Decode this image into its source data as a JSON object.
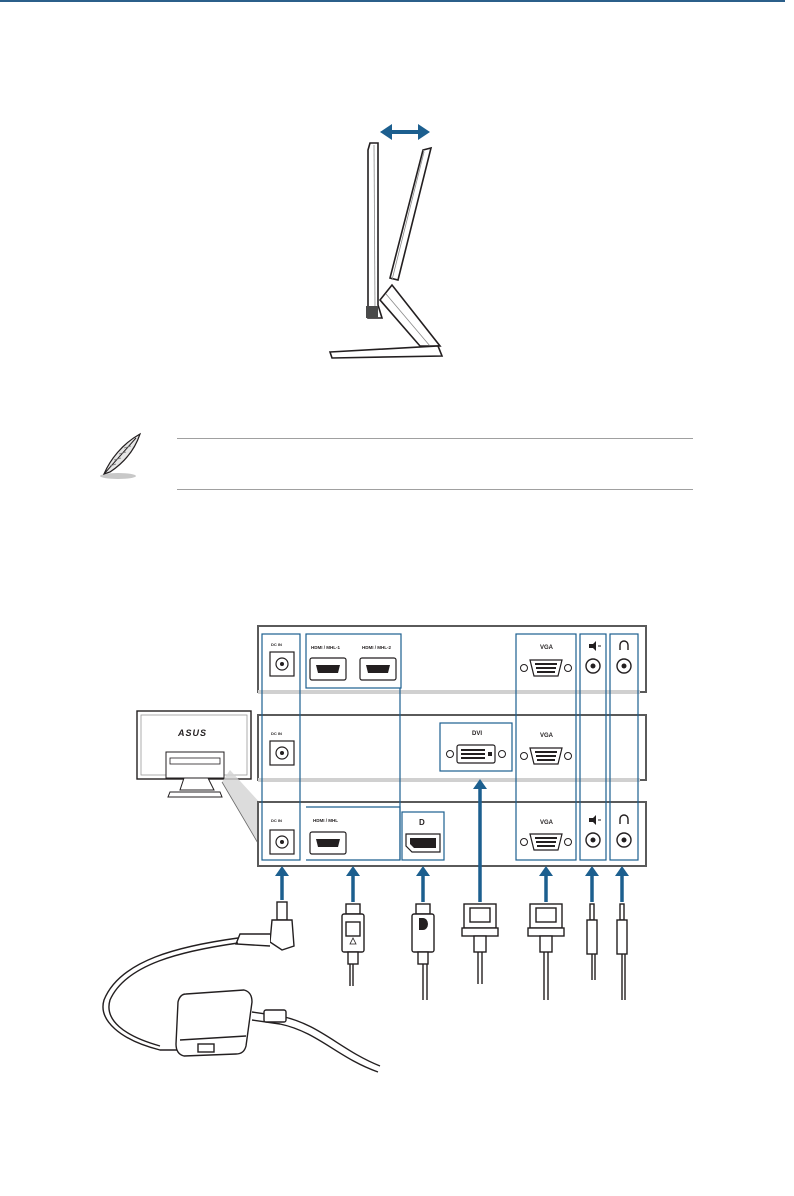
{
  "monitor_logo": "ASUS",
  "ports": {
    "dc_in": "DC IN",
    "hdmi_mhl_1": "HDMI / MHL-1",
    "hdmi_mhl_2": "HDMI / MHL-2",
    "hdmi_mhl": "HDMI / MHL",
    "dvi": "DVI",
    "vga": "VGA",
    "displayport": "D"
  },
  "colors": {
    "accent": "#1c5f8f",
    "panel_outline": "#5a5a5a",
    "line": "#231f20"
  },
  "icons": [
    "tilt-arrow-icon",
    "note-feather-icon",
    "audio-in-icon",
    "headphone-icon"
  ]
}
